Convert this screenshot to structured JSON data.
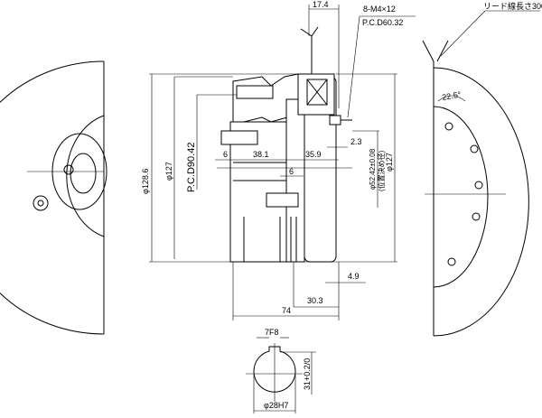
{
  "title": "Electromagnetic clutch/brake dimension drawing",
  "dims": {
    "top_offset": "17.4",
    "screw_spec": "8-M4×12",
    "pcd_small": "P.C.D60.32",
    "lead_length": "リード線長さ300",
    "angle": "22.5°",
    "outer_dia": "φ128.6",
    "dia_left": "φ127",
    "pcd_large": "P.C.D90.42",
    "six_a": "6",
    "len_38": "38.1",
    "len_35": "35.9",
    "gap_2_3": "2.3",
    "six_b": "6",
    "pilot_dia": "φ52.42±0.08",
    "pilot_note": "(位置決め径)",
    "dia_right": "φ127",
    "len_4_9": "4.9",
    "len_30_3": "30.3",
    "len_74": "74",
    "key_width": "7F8",
    "key_height": "31+0.2/0",
    "bore": "φ28H7"
  }
}
